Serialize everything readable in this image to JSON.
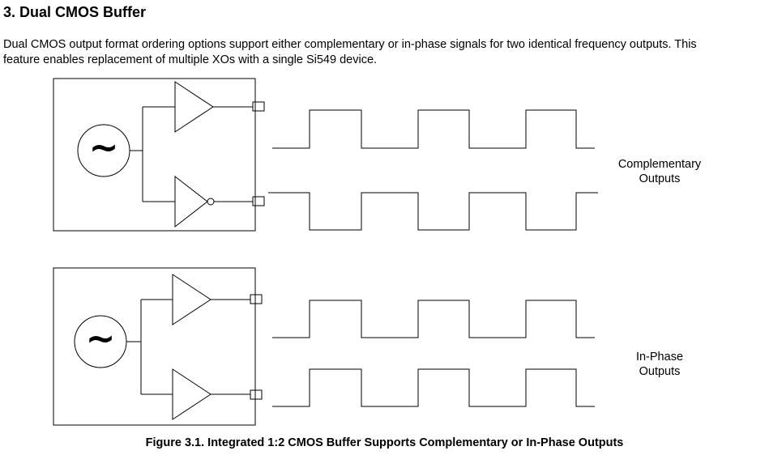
{
  "section": {
    "heading": "3.  Dual CMOS Buffer",
    "paragraph_lines": [
      "Dual CMOS output format ordering options support either complementary or in-phase signals for two identical frequency outputs. This",
      "feature enables replacement of multiple XOs with a single Si549 device."
    ]
  },
  "figure": {
    "oscillator_symbol": "~",
    "panels": [
      {
        "label_lines": [
          "Complementary",
          "Outputs"
        ],
        "second_buffer_inverting": true,
        "second_output_inverted": true
      },
      {
        "label_lines": [
          "In-Phase",
          "Outputs"
        ],
        "second_buffer_inverting": false,
        "second_output_inverted": false
      }
    ],
    "caption": "Figure 3.1.  Integrated 1:2 CMOS Buffer Supports Complementary or In-Phase Outputs"
  }
}
